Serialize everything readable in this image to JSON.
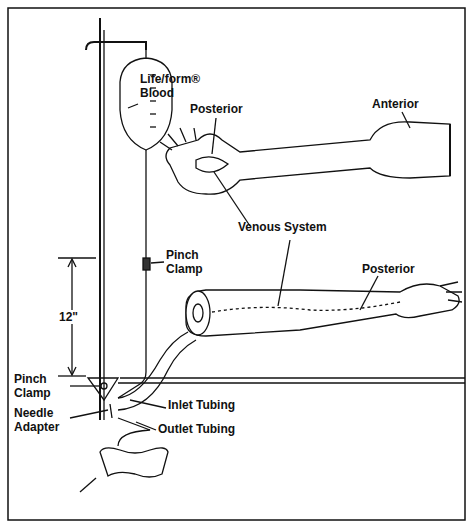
{
  "diagram": {
    "labels": [
      "Life/form® Blood",
      "Posterior",
      "Anterior",
      "Pinch Clamp",
      "Venous System",
      "12\"",
      "Posterior",
      "Pinch Clamp",
      "Needle Adapter",
      "Inlet Tubing",
      "Outlet Tubing"
    ]
  }
}
